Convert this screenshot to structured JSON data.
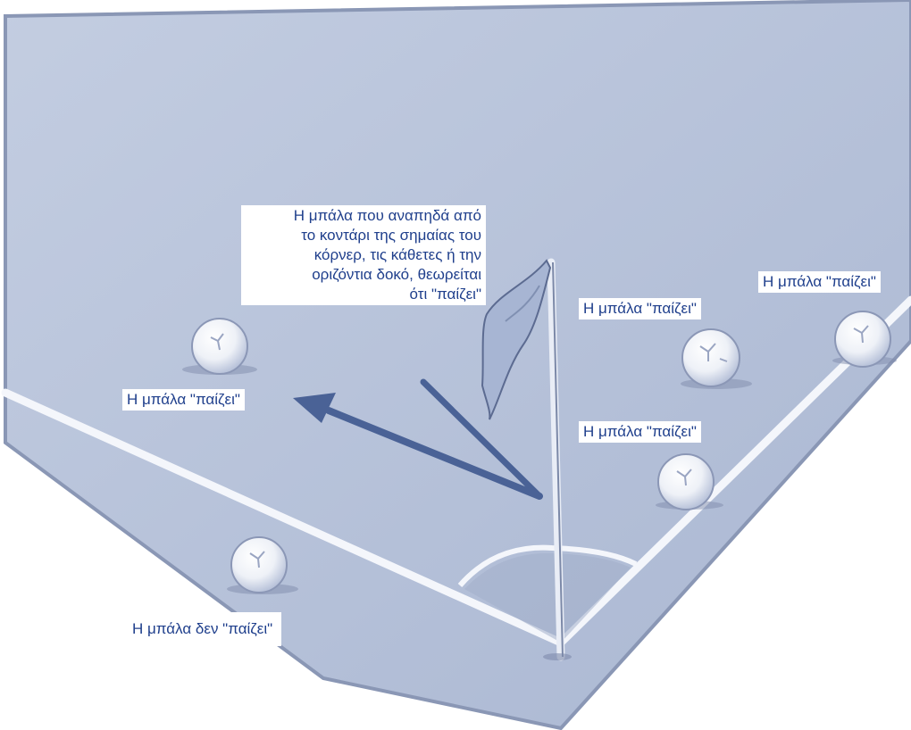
{
  "labels": {
    "rebound_line1": "Η μπάλα που αναπηδά από",
    "rebound_line2": "το κοντάρι της σημαίας του",
    "rebound_line3": "κόρνερ, τις κάθετες ή την",
    "rebound_line4": "οριζόντια δοκό, θεωρείται",
    "rebound_line5": "ότι \"παίζει\"",
    "in_play_left": "Η μπάλα \"παίζει\"",
    "in_play_center_top": "Η μπάλα \"παίζει\"",
    "in_play_right_top": "Η μπάλα \"παίζει\"",
    "in_play_center_low": "Η μπάλα \"παίζει\"",
    "out_of_play": "Η μπάλα δεν \"παίζει\""
  },
  "colors": {
    "pitch": "#b4c0d8",
    "pitch_edge": "#8a97b5",
    "line": "#f4f6fb",
    "arrow": "#4a6296",
    "flag": "#a7b5d3",
    "label_text": "#1f3f8c"
  },
  "icons": [
    "corner-flag-icon",
    "football-icon",
    "rebound-arrow-icon"
  ]
}
